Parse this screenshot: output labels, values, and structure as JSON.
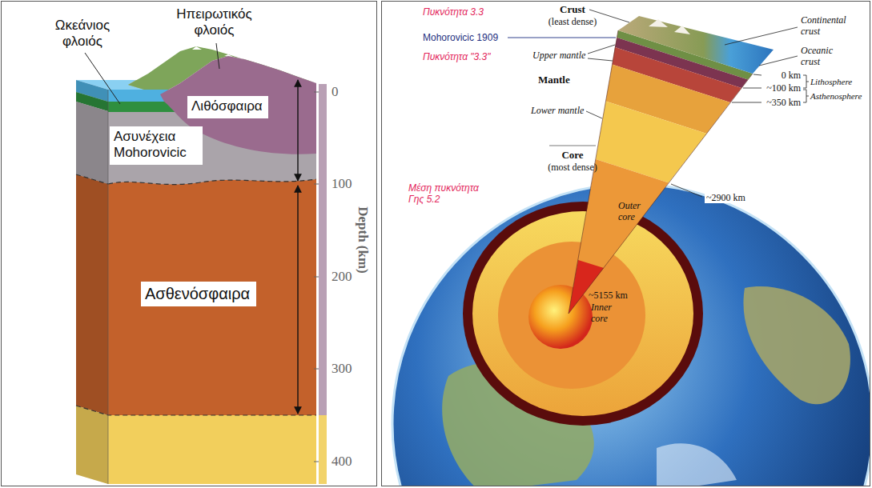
{
  "diagram": {
    "nodes": [
      {
        "text": [
          "Λιθόσφαιρα"
        ]
      },
      {
        "text": [
          "Ασυνέχεια Mohorovicic"
        ]
      },
      {
        "text": [
          "Ασθενόσφαιρα"
        ]
      }
    ],
    "labels": [
      "Ωκεάνιος φλοιός",
      "Ηπειρωτικός φλοιός",
      "0",
      "100",
      "200",
      "300",
      "400",
      "Depth (km)",
      "Πυκνότητα 3.3",
      "Crust",
      "(least dense)",
      "Mohorovicic 1909",
      "Πυκνότητα \"3.3\"",
      "Upper mantle",
      "Mantle",
      "Lower mantle",
      "Core",
      "(most dense)",
      "Μέση πυκνότητα Γης 5.2",
      "Continental crust",
      "Oceanic crust",
      "0 km",
      "~100 km",
      "~350 km",
      "Lithosphere",
      "Asthenosphere",
      "~2900 km",
      "Outer core",
      "~5155 km",
      "Inner core"
    ]
  }
}
